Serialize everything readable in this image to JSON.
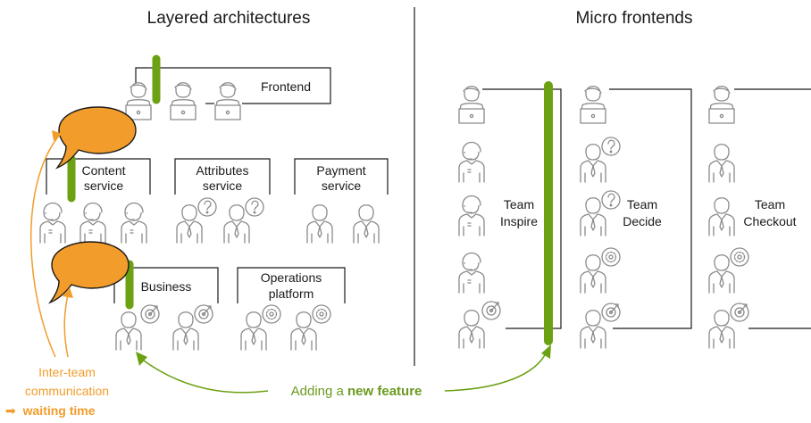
{
  "titles": {
    "left": "Layered architectures",
    "right": "Micro frontends"
  },
  "layered": {
    "frontend": "Frontend",
    "content_service": [
      "Content",
      "service"
    ],
    "attributes_service": [
      "Attributes",
      "service"
    ],
    "payment_service": [
      "Payment",
      "service"
    ],
    "business": "Business",
    "operations_platform": [
      "Operations",
      "platform"
    ]
  },
  "teams": {
    "inspire": [
      "Team",
      "Inspire"
    ],
    "decide": [
      "Team",
      "Decide"
    ],
    "checkout": [
      "Team",
      "Checkout"
    ]
  },
  "notes": {
    "communication_line1": "Inter-team",
    "communication_line2": "communication",
    "arrow_glyph": "➡",
    "waiting_time": "waiting time",
    "adding_prefix": "Adding a ",
    "adding_bold": "new feature"
  },
  "colors": {
    "orange": "#f29c2b",
    "green": "#6ba112",
    "green_text": "#6a9a1f",
    "line": "#1a1a1a",
    "icon": "#8a8a8a"
  },
  "icons": [
    "laptop-person-icon",
    "question-person-icon",
    "headset-person-icon",
    "target-person-icon",
    "gear-person-icon",
    "tie-person-icon",
    "speech-bubble-icon"
  ]
}
